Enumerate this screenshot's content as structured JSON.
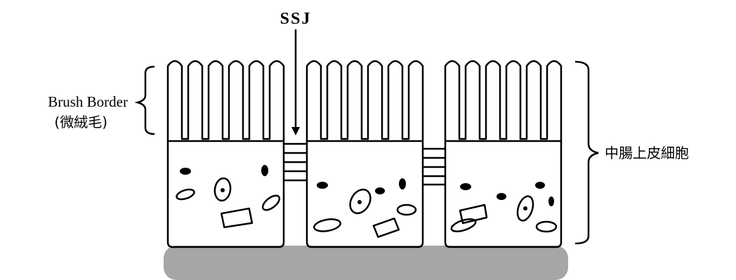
{
  "labels": {
    "ssj": "SSJ",
    "brush_border": "Brush Border",
    "brush_border_jp": "(微絨毛)",
    "epithelial_cell_jp": "中腸上皮細胞"
  }
}
